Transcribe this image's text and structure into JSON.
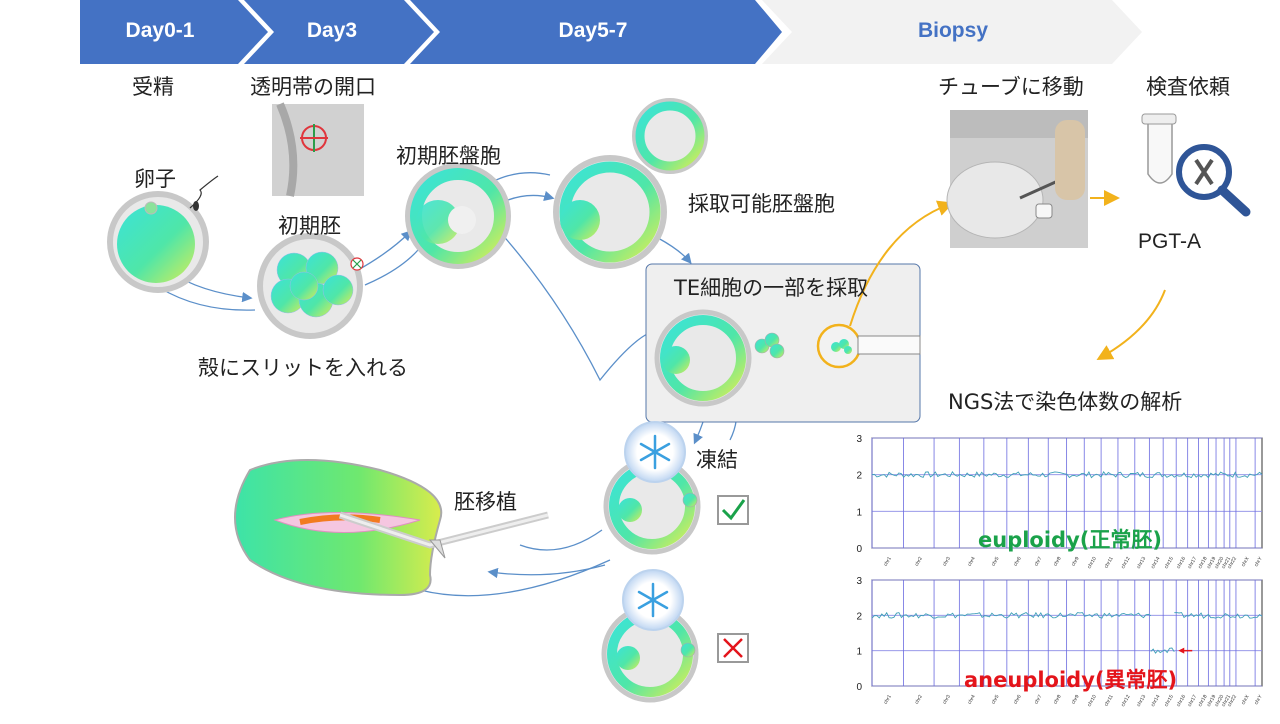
{
  "timeline": {
    "steps": [
      "Day0-1",
      "Day3",
      "Day5-7",
      "Biopsy"
    ]
  },
  "labels": {
    "fertilization": "受精",
    "zona_opening": "透明帯の開口",
    "oocyte": "卵子",
    "early_embryo": "初期胚",
    "early_blastocyst": "初期胚盤胞",
    "harvestable_blastocyst": "採取可能胚盤胞",
    "slit": "殻にスリットを入れる",
    "te_biopsy": "TE細胞の一部を採取",
    "freeze": "凍結",
    "transfer": "胚移植",
    "tube_move": "チューブに移動",
    "test_request": "検査依頼",
    "pgta": "PGT-A",
    "ngs_analysis": "NGS法で染色体数の解析"
  },
  "results": {
    "ok_icon": "check-icon",
    "ng_icon": "cross-icon"
  },
  "colors": {
    "timeline_active": "#4472C4",
    "timeline_inactive": "#F2F2F2",
    "biopsy_text": "#4472C4",
    "arrow_blue": "#5B8FC9",
    "arrow_yellow": "#F2B21C",
    "euploidy": "#1AA24A",
    "aneuploidy": "#E4141B"
  },
  "chart_data": [
    {
      "type": "line",
      "title": "euploidy(正常胚)",
      "yticks": [
        "0",
        "1",
        "2",
        "3"
      ],
      "ylim": [
        0,
        3
      ],
      "x_tick_labels": [
        "chr1",
        "chr2",
        "chr3",
        "chr4",
        "chr5",
        "chr6",
        "chr7",
        "chr8",
        "chr9",
        "chr10",
        "chr11",
        "chr12",
        "chr13",
        "chr14",
        "chr15",
        "chr16",
        "chr17",
        "chr18",
        "chr19",
        "chr20",
        "chr21",
        "chr22",
        "chrX",
        "chrY"
      ],
      "series": [
        {
          "values_by_region": [
            {
              "from": 0.0,
              "to": 1.0,
              "copy_number": 2
            }
          ]
        }
      ]
    },
    {
      "type": "line",
      "title": "aneuploidy(異常胚)",
      "yticks": [
        "0",
        "1",
        "2",
        "3"
      ],
      "ylim": [
        0,
        3
      ],
      "x_tick_labels": [
        "chr1",
        "chr2",
        "chr3",
        "chr4",
        "chr5",
        "chr6",
        "chr7",
        "chr8",
        "chr9",
        "chr10",
        "chr11",
        "chr12",
        "chr13",
        "chr14",
        "chr15",
        "chr16",
        "chr17",
        "chr18",
        "chr19",
        "chr20",
        "chr21",
        "chr22",
        "chrX",
        "chrY"
      ],
      "series": [
        {
          "values_by_region": [
            {
              "from": 0.0,
              "to": 0.715,
              "copy_number": 2
            },
            {
              "from": 0.715,
              "to": 0.775,
              "copy_number": 1
            },
            {
              "from": 0.775,
              "to": 1.0,
              "copy_number": 2
            }
          ]
        }
      ]
    }
  ]
}
